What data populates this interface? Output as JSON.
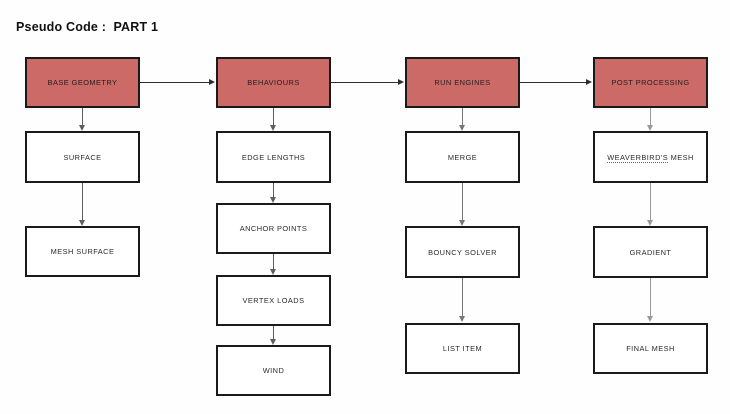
{
  "title": "Pseudo Code :  PART 1",
  "theme": {
    "header_fill": "#cb6a66",
    "node_fill": "#ffffff",
    "border": "#1a1a1a",
    "text": "#2b2b2b",
    "connector": "#777777",
    "connector_light": "#9a9a9a",
    "connector_horizontal": "#2e2e2e",
    "spellcheck_underline": "#e23b2e",
    "background": "#fefefe"
  },
  "columns": [
    {
      "id": "base-geometry",
      "header": "BASE GEOMETRY",
      "nodes": [
        {
          "label": "SURFACE"
        },
        {
          "label": "MESH SURFACE"
        }
      ]
    },
    {
      "id": "behaviours",
      "header": "BEHAVIOURS",
      "nodes": [
        {
          "label": "EDGE LENGTHS"
        },
        {
          "label": "ANCHOR POINTS"
        },
        {
          "label": "VERTEX LOADS"
        },
        {
          "label": "WIND"
        }
      ]
    },
    {
      "id": "run-engines",
      "header": "RUN ENGINES",
      "nodes": [
        {
          "label": "MERGE"
        },
        {
          "label": "BOUNCY SOLVER"
        },
        {
          "label": "LIST ITEM"
        }
      ]
    },
    {
      "id": "post-processing",
      "header": "POST PROCESSING",
      "nodes": [
        {
          "label_misspelled": "WEAVERBIRD'S",
          "label_rest": " MESH"
        },
        {
          "label": "GRADIENT"
        },
        {
          "label": "FINAL MESH"
        }
      ]
    }
  ]
}
